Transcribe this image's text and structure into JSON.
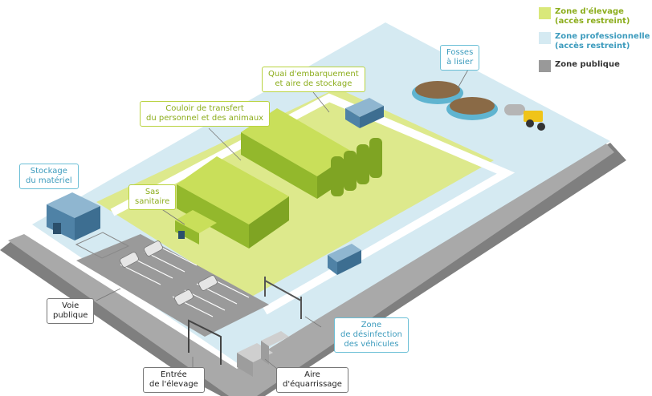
{
  "legend": [
    {
      "label": "Zone d'élevage\n(accès restreint)",
      "color": "#d9e87a",
      "text_color": "#8cad1c"
    },
    {
      "label": "Zone professionnelle\n(accès restreint)",
      "color": "#d5eaf2",
      "text_color": "#3c9bbd"
    },
    {
      "label": "Zone publique",
      "color": "#999999",
      "text_color": "#333333"
    }
  ],
  "labels": {
    "fosses": "Fosses\nà lisier",
    "quai": "Quai d'embarquement\net aire de stockage",
    "couloir": "Couloir de transfert\ndu personnel et des animaux",
    "stockage": "Stockage\ndu matériel",
    "sas": "Sas\nsanitaire",
    "voie": "Voie\npublique",
    "desinfection": "Zone\nde désinfection\ndes véhicules",
    "entree": "Entrée\nde l'élevage",
    "equarrissage": "Aire\nd'équarrissage"
  },
  "colors": {
    "breeding": "#d9e87a",
    "professional": "#d5eaf2",
    "public": "#999999",
    "road": "#8c8c8c",
    "building": "#a5c73a",
    "roof": "#c9df5a",
    "blue_building": "#5b8db0"
  }
}
